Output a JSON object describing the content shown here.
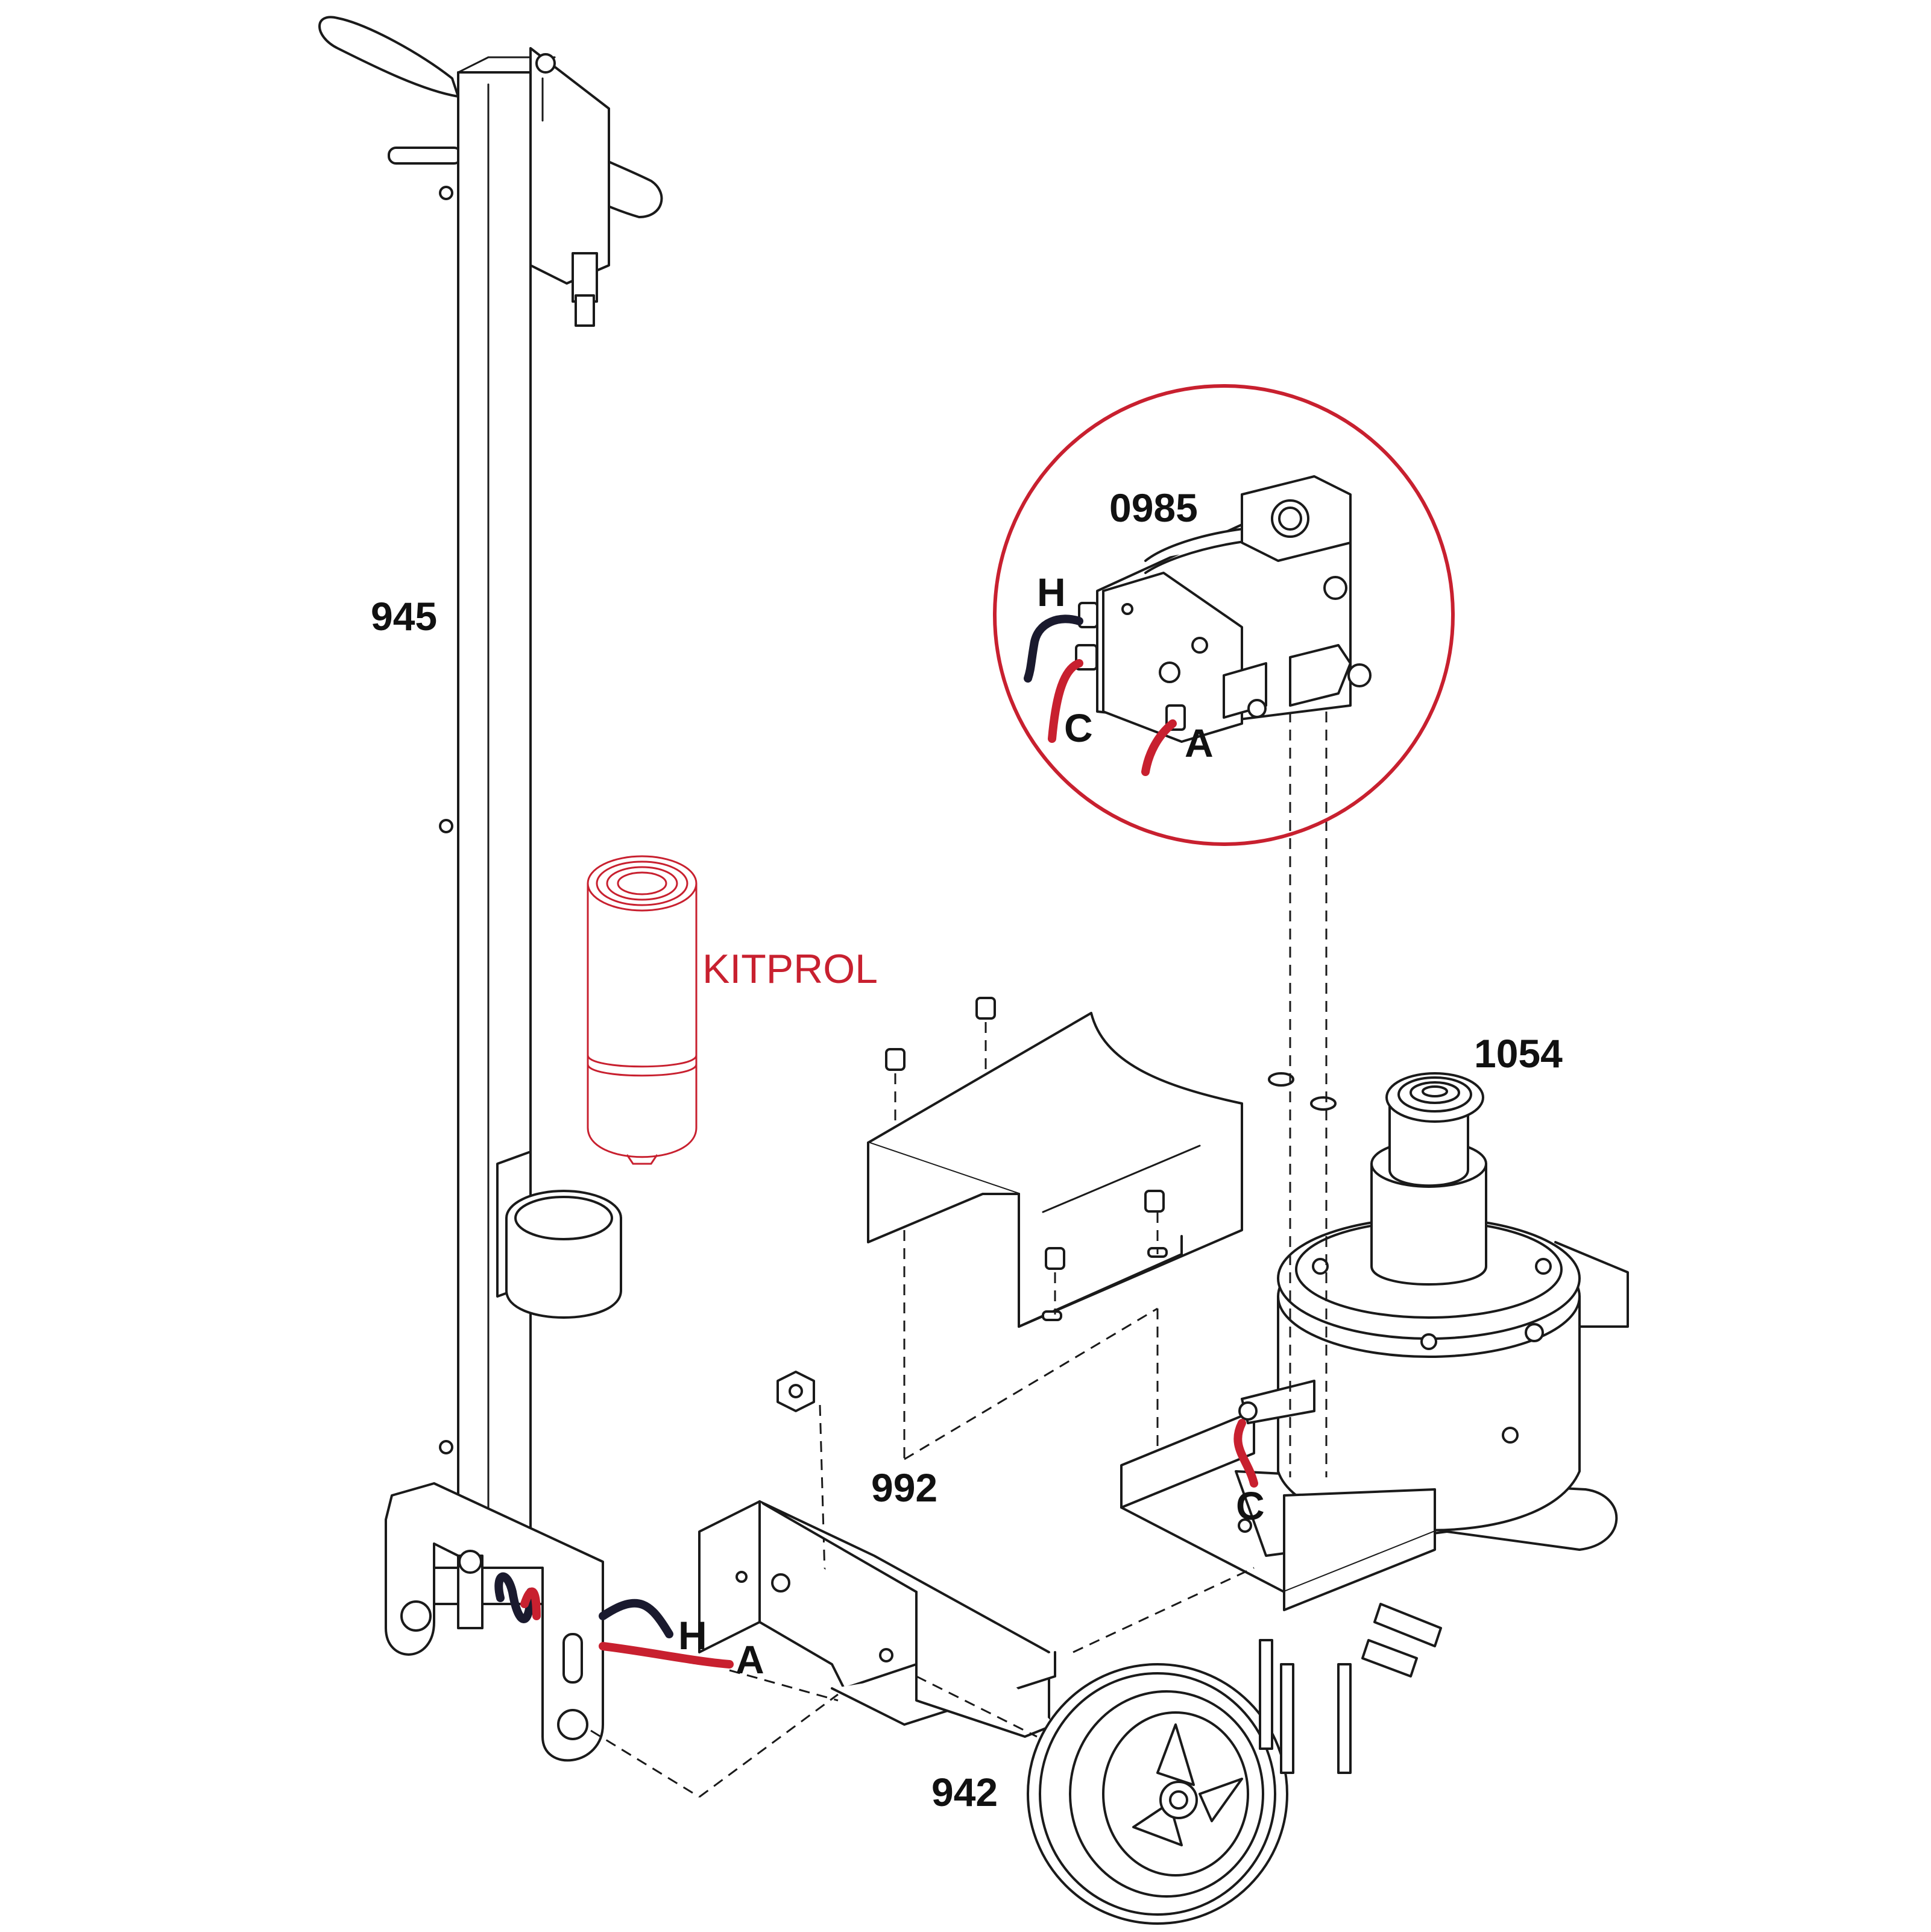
{
  "labels": {
    "frame": "945",
    "pump": "0985",
    "jack": "1054",
    "cover": "992",
    "wheel": "942",
    "kit": "KITPROL",
    "hose_h": "H",
    "hose_a": "A",
    "hose_c": "C"
  },
  "colors": {
    "accent_red": "#c8202f",
    "hose_black": "#1a1a2e",
    "line": "#1a1a1a",
    "background": "#ffffff"
  }
}
